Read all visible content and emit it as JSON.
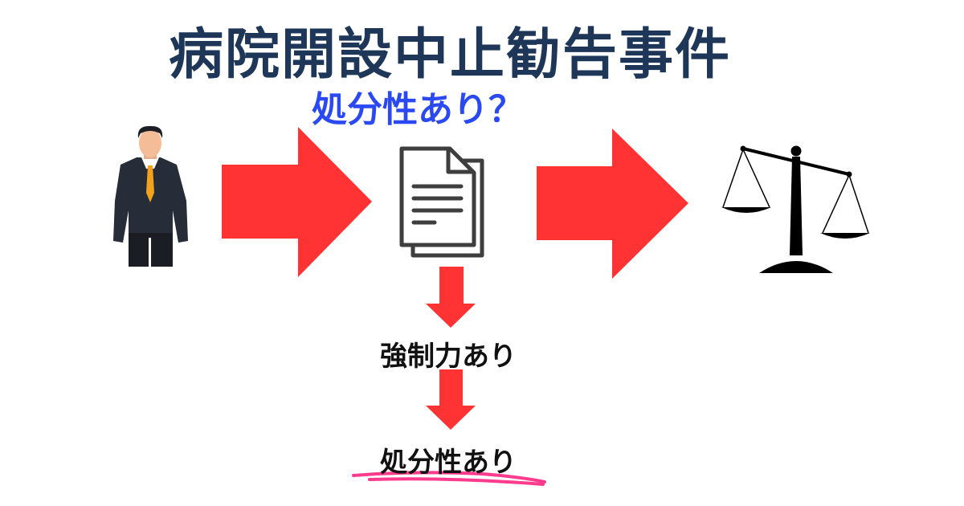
{
  "title": "病院開設中止勧告事件",
  "subtitle": "処分性あり？",
  "steps": [
    "強制力あり",
    "処分性あり"
  ],
  "colors": {
    "title": "#1e3658",
    "subtitle": "#2a49f2",
    "arrow": "#ff3333",
    "underline": "#ff3b8d"
  },
  "icons": [
    "businessman-icon",
    "document-icon",
    "scales-of-justice-icon"
  ]
}
